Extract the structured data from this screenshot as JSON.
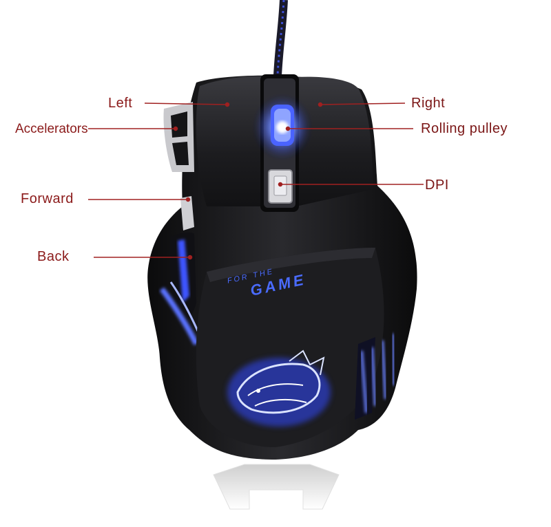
{
  "labels": {
    "left": "Left",
    "right": "Right",
    "accelerators": "Accelerators",
    "rolling_pulley": "Rolling pulley",
    "dpi": "DPI",
    "forward": "Forward",
    "back": "Back"
  },
  "mouse_branding": {
    "line1": "FOR THE",
    "line2": "GAME"
  },
  "colors": {
    "label_text": "#8b1a1a",
    "leader_line": "#a02020",
    "mouse_body": "#151517",
    "led_glow": "#3d55ff",
    "cable": "#1a1a2a"
  },
  "icons": [
    "dragon-logo-icon"
  ]
}
